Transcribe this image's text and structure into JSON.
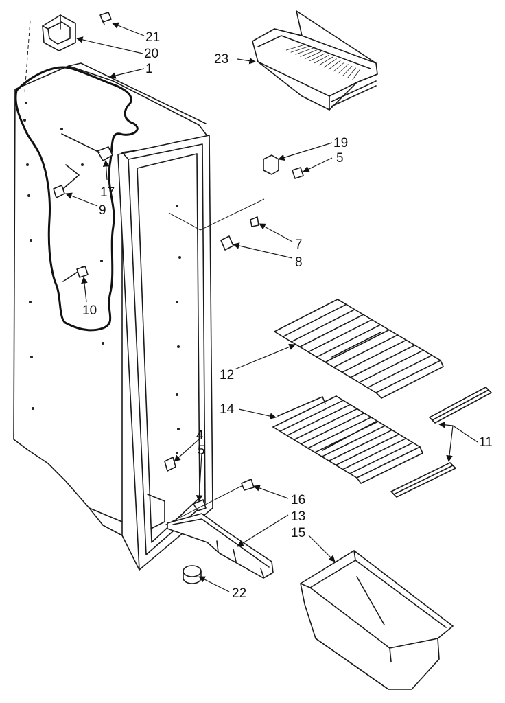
{
  "callouts": [
    {
      "id": "1",
      "label": "1"
    },
    {
      "id": "4",
      "label": "4"
    },
    {
      "id": "5a",
      "label": "5"
    },
    {
      "id": "5b",
      "label": "5"
    },
    {
      "id": "7",
      "label": "7"
    },
    {
      "id": "8",
      "label": "8"
    },
    {
      "id": "9",
      "label": "9"
    },
    {
      "id": "10",
      "label": "10"
    },
    {
      "id": "11",
      "label": "11"
    },
    {
      "id": "12",
      "label": "12"
    },
    {
      "id": "13",
      "label": "13"
    },
    {
      "id": "14",
      "label": "14"
    },
    {
      "id": "15",
      "label": "15"
    },
    {
      "id": "16",
      "label": "16"
    },
    {
      "id": "17",
      "label": "17"
    },
    {
      "id": "19",
      "label": "19"
    },
    {
      "id": "20",
      "label": "20"
    },
    {
      "id": "21",
      "label": "21"
    },
    {
      "id": "22",
      "label": "22"
    },
    {
      "id": "23",
      "label": "23"
    }
  ]
}
